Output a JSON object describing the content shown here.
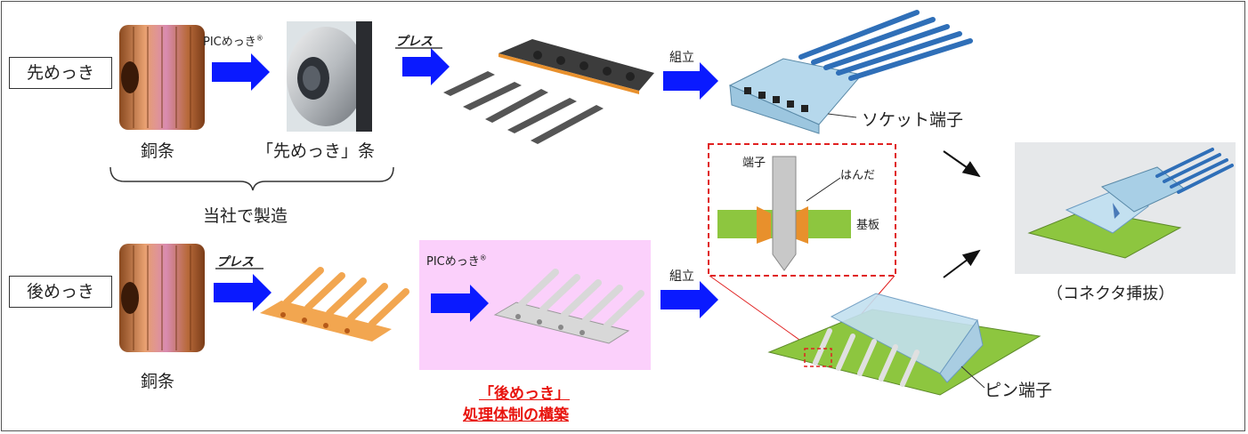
{
  "labels": {
    "pre_plating": "先めっき",
    "post_plating": "後めっき",
    "copper_strip_1": "銅条",
    "copper_strip_2": "銅条",
    "pre_plated_strip": "「先めっき」条",
    "in_house": "当社で製造",
    "pic_plating_1": "PICめっき",
    "pic_plating_2": "PICめっき",
    "registered_mark": "®",
    "press_1": "プレス",
    "press_2": "プレス",
    "assembly_1": "組立",
    "assembly_2": "組立",
    "socket_terminal": "ソケット端子",
    "pin_terminal": "ピン端子",
    "terminal": "端子",
    "solder": "はんだ",
    "board": "基板",
    "connector_insert": "（コネクタ挿抜）",
    "post_plating_quote": "「後めっき」",
    "system_build": "処理体制の構築"
  },
  "colors": {
    "arrow": "#0a1aff",
    "highlight_bg": "#fbd0fb",
    "red_text": "#e8140e",
    "copper": "#c87a3a",
    "board_green": "#8dc63f",
    "dashed_red": "#e02020"
  }
}
